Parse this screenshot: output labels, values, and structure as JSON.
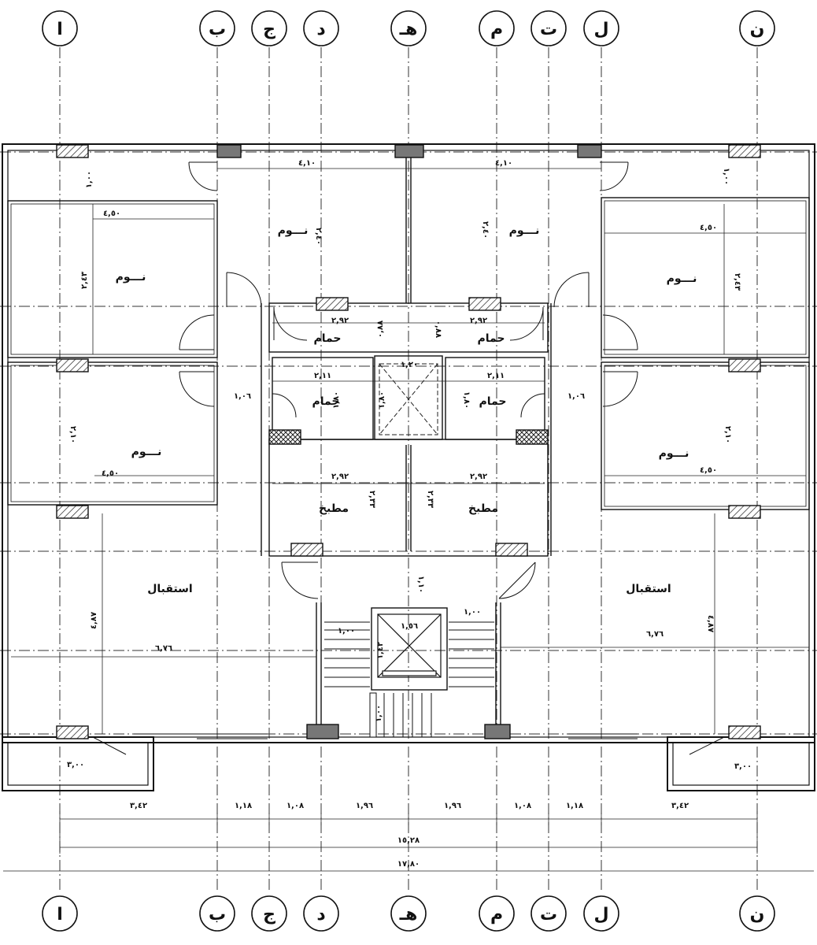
{
  "grid_labels": [
    "ا",
    "ب",
    "ج",
    "د",
    "هـ",
    "م",
    "ت",
    "ل",
    "ن"
  ],
  "rooms": {
    "bedroom": "نـــوم",
    "bathroom": "حمام",
    "kitchen": "مطبخ",
    "reception": "استقبال"
  },
  "dimensions": {
    "bedroom_top_width": "٤,١٠",
    "bedroom_top_depth": "٢,٤٠",
    "bedroom_side_width": "٤,٥٠",
    "bedroom_upper_depth": "٢,٤٣",
    "bedroom_lower_depth": "٢,١٠",
    "balcony_depth": "١,٠٠",
    "bath_width": "٢,٩٢",
    "bath_depth": "٠,٨٨",
    "bath2_width": "٢,١١",
    "bath2_depth": "١,٨٠",
    "corridor_gap": "١,٠٦",
    "kitchen_width": "٢,٩٢",
    "kitchen_depth": "٢,٣٣",
    "light_well_width": "١,٢٠",
    "light_well_depth": "١,٨٠",
    "entrance_depth": "١,١٠",
    "reception_width": "٦,٧٦",
    "reception_depth": "٤,٨٧",
    "landing_width": "١,٠٠",
    "elevator_width": "١,٥٦",
    "elevator_depth": "١,٤٢",
    "stair_run": "١,٠٠",
    "terrace_width": "٣,٠٠"
  },
  "bottom_dimensions": {
    "row1": [
      "٣,٤٢",
      "١,١٨",
      "١,٠٨",
      "١,٩٦",
      "١,٩٦",
      "١,٠٨",
      "١,١٨",
      "٣,٤٢"
    ],
    "row2": "١٥,٢٨",
    "row3": "١٧,٨٠"
  }
}
